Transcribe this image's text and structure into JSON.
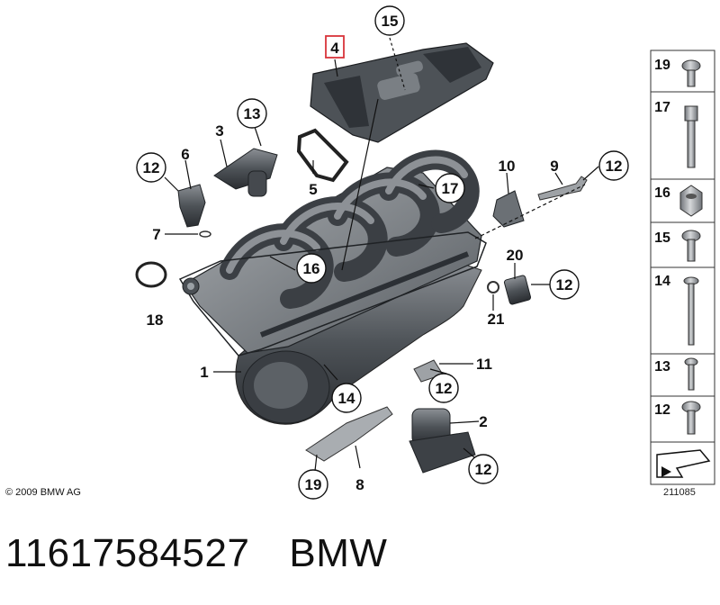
{
  "diagram": {
    "callouts": [
      {
        "id": "c15",
        "label": "15"
      },
      {
        "id": "c4",
        "label": "4",
        "highlight": true
      },
      {
        "id": "c13",
        "label": "13"
      },
      {
        "id": "c3",
        "label": "3"
      },
      {
        "id": "c12a",
        "label": "12"
      },
      {
        "id": "c6",
        "label": "6"
      },
      {
        "id": "c5",
        "label": "5"
      },
      {
        "id": "c17a",
        "label": "17"
      },
      {
        "id": "c10",
        "label": "10"
      },
      {
        "id": "c9",
        "label": "9"
      },
      {
        "id": "c12b",
        "label": "12"
      },
      {
        "id": "c7",
        "label": "7"
      },
      {
        "id": "c16",
        "label": "16"
      },
      {
        "id": "c20",
        "label": "20"
      },
      {
        "id": "c18",
        "label": "18"
      },
      {
        "id": "c12c",
        "label": "12"
      },
      {
        "id": "c21",
        "label": "21"
      },
      {
        "id": "c1",
        "label": "1"
      },
      {
        "id": "c11",
        "label": "11"
      },
      {
        "id": "c12d",
        "label": "12"
      },
      {
        "id": "c14",
        "label": "14"
      },
      {
        "id": "c2",
        "label": "2"
      },
      {
        "id": "c19a",
        "label": "19"
      },
      {
        "id": "c8",
        "label": "8"
      },
      {
        "id": "c12e",
        "label": "12"
      }
    ],
    "side_panel": [
      {
        "id": "s19",
        "label": "19"
      },
      {
        "id": "s17",
        "label": "17"
      },
      {
        "id": "s16",
        "label": "16"
      },
      {
        "id": "s15",
        "label": "15"
      },
      {
        "id": "s14",
        "label": "14"
      },
      {
        "id": "s13",
        "label": "13"
      },
      {
        "id": "s12",
        "label": "12"
      }
    ],
    "copyright": "© 2009 BMW AG",
    "diagram_id": "211085",
    "highlight_color": "#d9343a"
  },
  "footer": {
    "part_number": "11617584527",
    "brand": "BMW"
  }
}
